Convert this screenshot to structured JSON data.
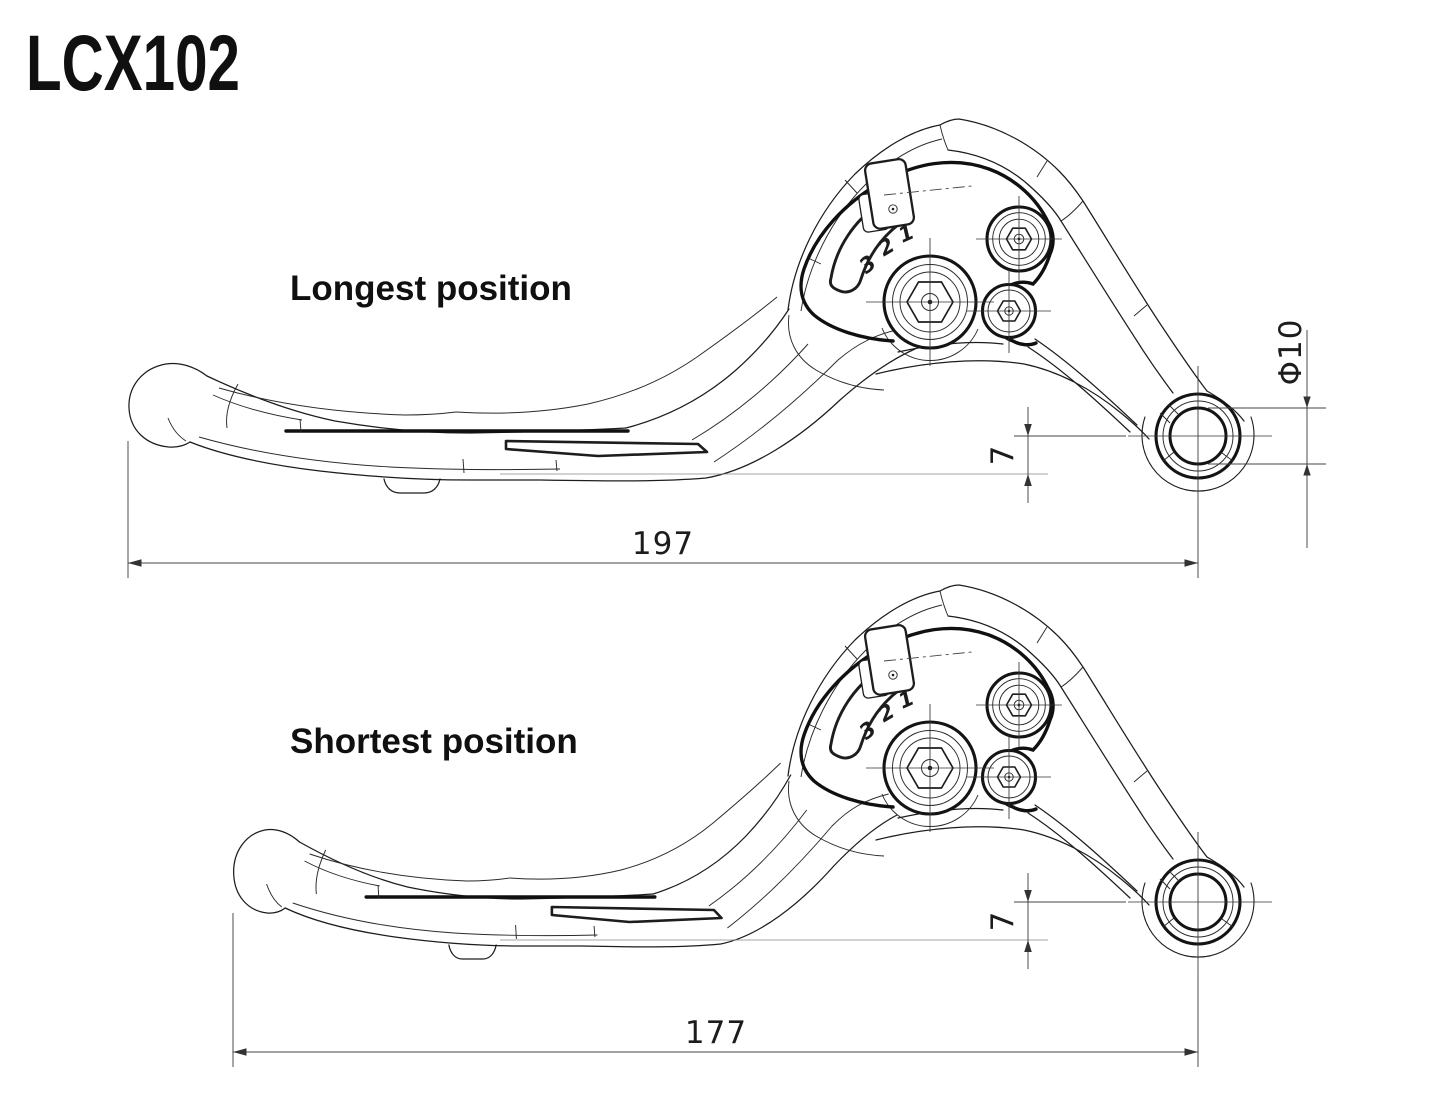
{
  "title": "LCX102",
  "views": [
    {
      "id": "longest",
      "label": "Longest position",
      "overall_length_mm": "197",
      "pivot_offset_mm": "7"
    },
    {
      "id": "shortest",
      "label": "Shortest position",
      "overall_length_mm": "177",
      "pivot_offset_mm": "7"
    }
  ],
  "shared_dimensions": {
    "pivot_hole_diameter": "Φ10"
  },
  "adjuster_dial_numbers": [
    "3",
    "2",
    "1"
  ],
  "colors": {
    "background": "#ffffff",
    "line": "#1d1d1d",
    "dimension": "#444444",
    "reference": "#888888"
  }
}
